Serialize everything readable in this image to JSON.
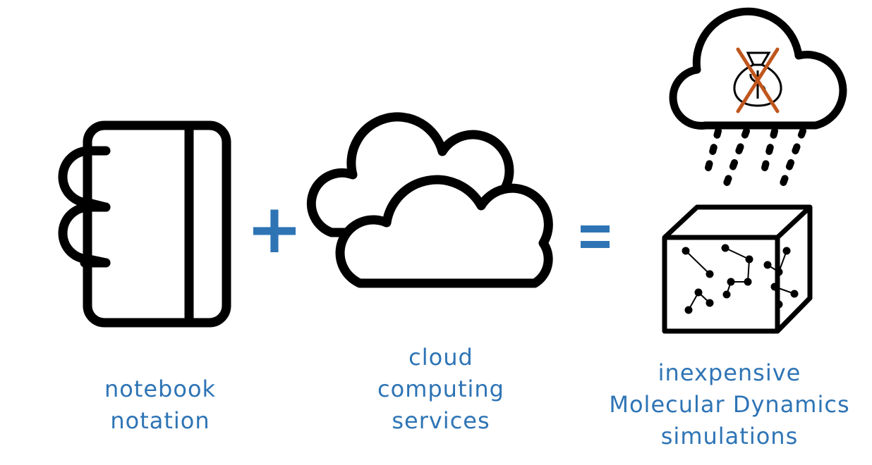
{
  "colors": {
    "accent": "#2e74b5",
    "stroke": "#000000",
    "cross": "#c0561d"
  },
  "operators": {
    "plus": "+",
    "equals": "="
  },
  "icons": {
    "notebook": "notebook-icon",
    "cloud_services": "clouds-icon",
    "cheap_cloud": "money-bag-crossed-cloud-icon",
    "md_box": "molecular-box-icon"
  },
  "labels": {
    "notebook": [
      "notebook",
      "notation"
    ],
    "cloud": [
      "cloud",
      "computing",
      "services"
    ],
    "result": [
      "inexpensive",
      "Molecular Dynamics",
      "simulations"
    ]
  }
}
